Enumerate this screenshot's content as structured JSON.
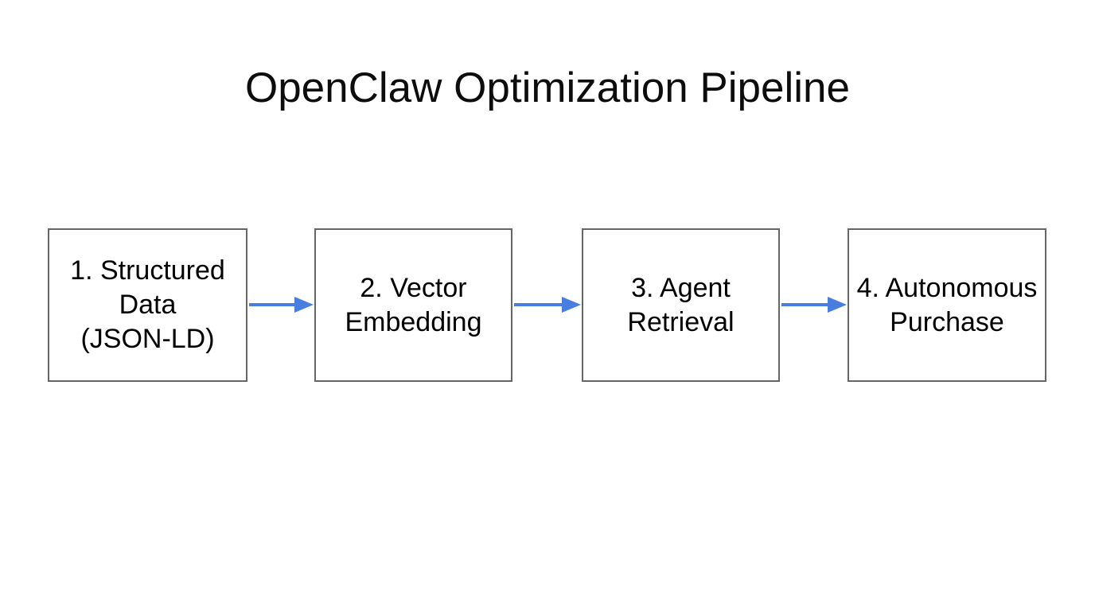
{
  "slide": {
    "title": "OpenClaw Optimization Pipeline",
    "background_color": "#ffffff",
    "title_color": "#0d0d0d"
  },
  "diagram": {
    "type": "flowchart",
    "direction": "left-to-right",
    "nodes": [
      {
        "id": "structured-data",
        "step": 1,
        "label": "1. Structured Data (JSON-LD)",
        "lines": [
          "1. Structured",
          "Data",
          "(JSON-LD)"
        ]
      },
      {
        "id": "vector-embedding",
        "step": 2,
        "label": "2. Vector Embedding",
        "lines": [
          "2. Vector",
          "Embedding"
        ]
      },
      {
        "id": "agent-retrieval",
        "step": 3,
        "label": "3. Agent Retrieval",
        "lines": [
          "3. Agent",
          "Retrieval"
        ]
      },
      {
        "id": "autonomous-purchase",
        "step": 4,
        "label": "4. Autonomous Purchase",
        "lines": [
          "4. Autonomous",
          "Purchase"
        ]
      }
    ],
    "connectors": [
      {
        "from": "structured-data",
        "to": "vector-embedding"
      },
      {
        "from": "vector-embedding",
        "to": "agent-retrieval"
      },
      {
        "from": "agent-retrieval",
        "to": "autonomous-purchase"
      }
    ],
    "colors": {
      "arrow": "#4a7de0",
      "node_border": "#666666",
      "node_fill": "#ffffff",
      "node_text": "#000000"
    }
  }
}
